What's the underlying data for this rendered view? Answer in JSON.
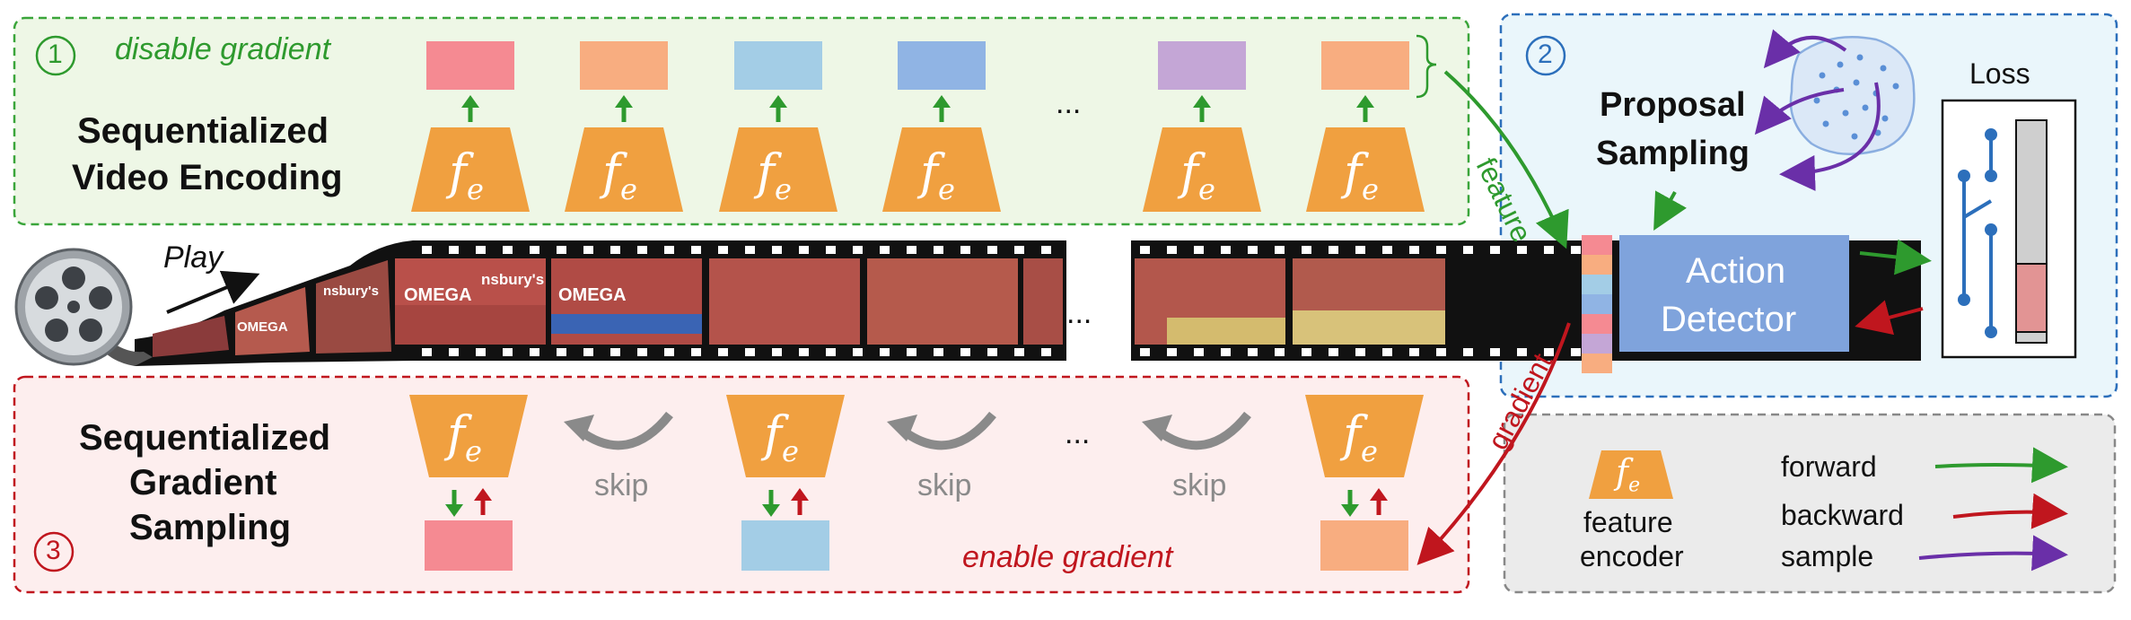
{
  "stage1": {
    "number": "1",
    "label": "disable gradient",
    "title_line1": "Sequentialized",
    "title_line2": "Video Encoding",
    "ellipsis": "..."
  },
  "stage2": {
    "number": "2",
    "proposal_line1": "Proposal",
    "proposal_line2": "Sampling",
    "loss_label": "Loss",
    "detector_line1": "Action",
    "detector_line2": "Detector",
    "feature_label": "feature",
    "gradient_label": "gradient"
  },
  "stage3": {
    "number": "3",
    "title_line1": "Sequentialized",
    "title_line2": "Gradient",
    "title_line3": "Sampling",
    "skip_label": "skip",
    "label": "enable gradient",
    "ellipsis": "..."
  },
  "film": {
    "play_label": "Play",
    "ellipsis": "...",
    "banner_texts": [
      "OMEGA",
      "OMEGA",
      "OMEGA",
      "nsbury's",
      "nsbury's"
    ]
  },
  "encoder_symbol": "f",
  "encoder_subscript": "e",
  "legend": {
    "encoder_line1": "feature",
    "encoder_line2": "encoder",
    "forward": "forward",
    "backward": "backward",
    "sample": "sample"
  },
  "colors": {
    "green": "#2e9a2e",
    "red": "#c0161e",
    "purple": "#6a2fa8",
    "blue": "#2c6fbb",
    "orange_encoder": "#f0a040",
    "detector_blue": "#7fa3dc",
    "feat_pink": "#f58a92",
    "feat_peach": "#f8ad80",
    "feat_lightblue": "#a3cde6",
    "feat_blue": "#90b4e4",
    "feat_purple": "#c4a6d6"
  }
}
